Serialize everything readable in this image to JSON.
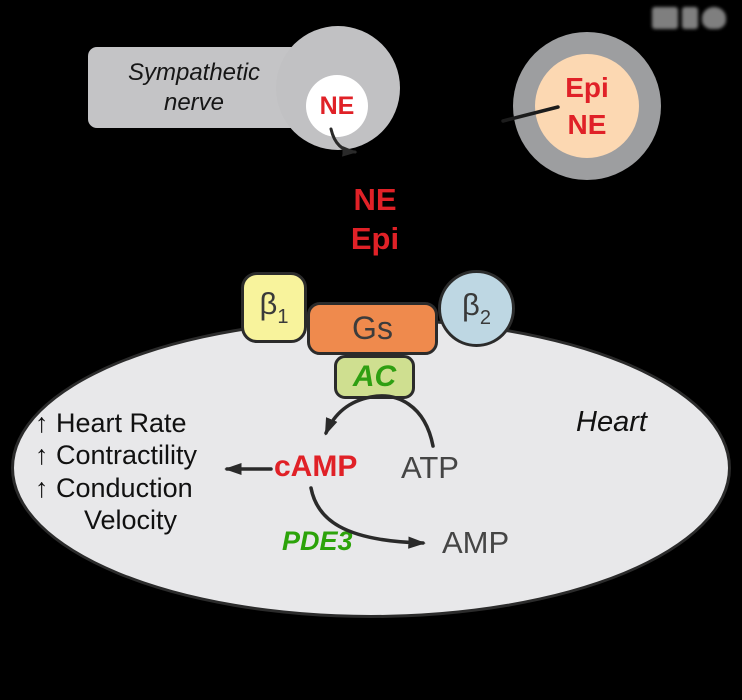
{
  "colors": {
    "background": "#000000",
    "nerve_gray": "#c4c4c6",
    "ring_gray": "#9d9ea0",
    "vesicle_peach": "#fcd8b2",
    "ligand_red": "#e02127",
    "beta1_yellow": "#f8f39c",
    "gs_orange": "#ef8a4d",
    "beta2_blue": "#bed7e3",
    "ac_green_fill": "#cfdf90",
    "enzyme_green": "#2f9f12",
    "heart_cell_gray": "#e8e8ea",
    "outline_dark": "#2b2b2b"
  },
  "nerve": {
    "label_line1": "Sympathetic",
    "label_line2": "nerve",
    "vesicle_label": "NE"
  },
  "adrenal_vesicle": {
    "line1": "Epi",
    "line2": "NE"
  },
  "ligands": {
    "line1": "NE",
    "line2": "Epi"
  },
  "receptors": {
    "beta1_base": "β",
    "beta1_sub": "1",
    "gs": "Gs",
    "beta2_base": "β",
    "beta2_sub": "2",
    "ac": "AC"
  },
  "heart": {
    "label": "Heart",
    "effects": [
      "↑ Heart Rate",
      "↑ Contractility",
      "↑ Conduction",
      "Velocity"
    ],
    "camp": "cAMP",
    "atp": "ATP",
    "pde3": "PDE3",
    "amp": "AMP"
  }
}
